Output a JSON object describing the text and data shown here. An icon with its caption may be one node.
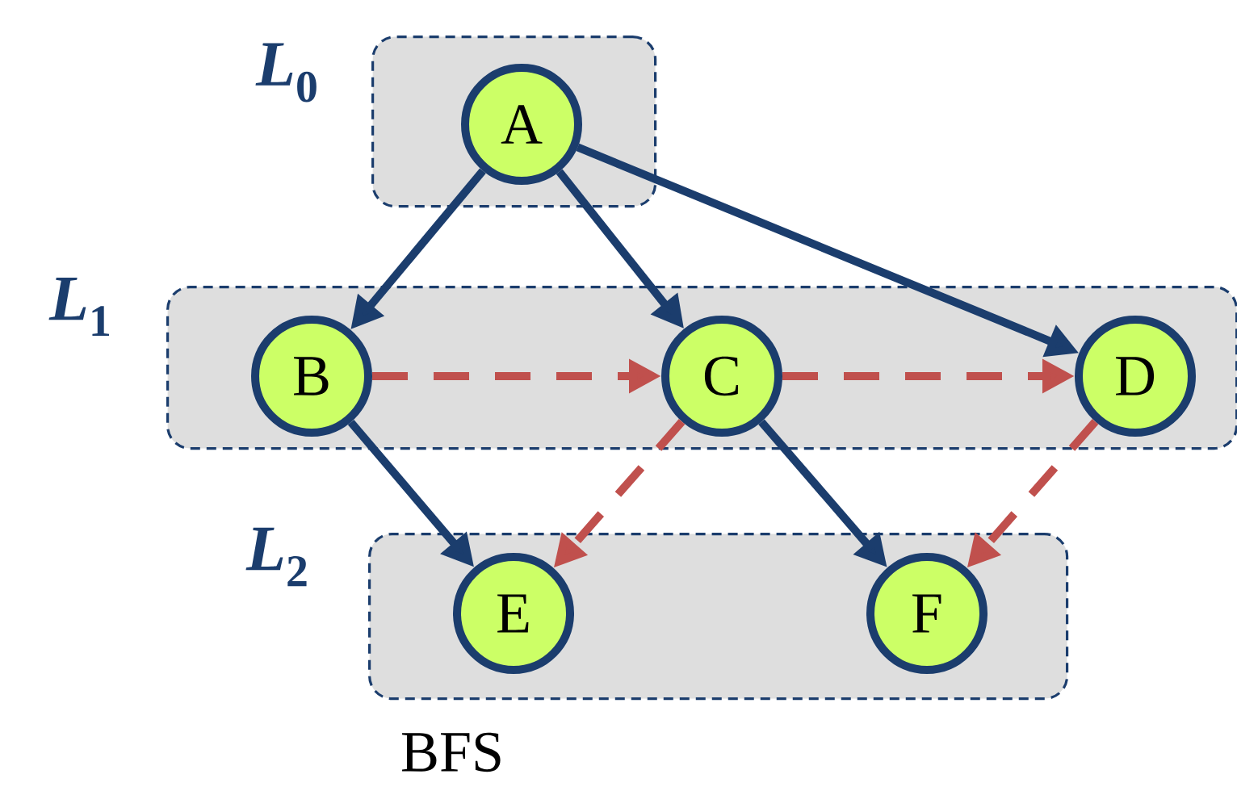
{
  "diagram": {
    "nodes": [
      {
        "text": [
          "*L*$_{0}$"
        ]
      },
      {
        "text": [
          "A"
        ],
        "in": 0
      },
      {
        "text": [
          "*L*$_{1}$"
        ]
      },
      {
        "text": [
          "B"
        ],
        "in": 2
      },
      {
        "text": [
          "C"
        ],
        "in": 2
      },
      {
        "text": [
          "D"
        ],
        "in": 2
      },
      {
        "text": [
          "*L*$_{2}$"
        ]
      },
      {
        "text": [
          "E"
        ],
        "in": 6
      },
      {
        "text": [
          "F"
        ],
        "in": 6
      }
    ],
    "edges": [
      {
        "from": 1,
        "to": 3,
        "arrow": "to"
      },
      {
        "from": 1,
        "to": 4,
        "arrow": "to"
      },
      {
        "from": 1,
        "to": 5,
        "arrow": "to"
      },
      {
        "from": 3,
        "to": 4,
        "arrow": "to",
        "style": "dashed",
        "color": "#c0504d"
      },
      {
        "from": 4,
        "to": 5,
        "arrow": "to",
        "style": "dashed",
        "color": "#c0504d"
      },
      {
        "from": 3,
        "to": 7,
        "arrow": "to"
      },
      {
        "from": 4,
        "to": 7,
        "arrow": "to",
        "style": "dashed",
        "color": "#c0504d"
      },
      {
        "from": 4,
        "to": 8,
        "arrow": "to"
      },
      {
        "from": 5,
        "to": 8,
        "arrow": "to",
        "style": "dashed",
        "color": "#c0504d"
      }
    ],
    "labels": [
      "BFS"
    ]
  }
}
